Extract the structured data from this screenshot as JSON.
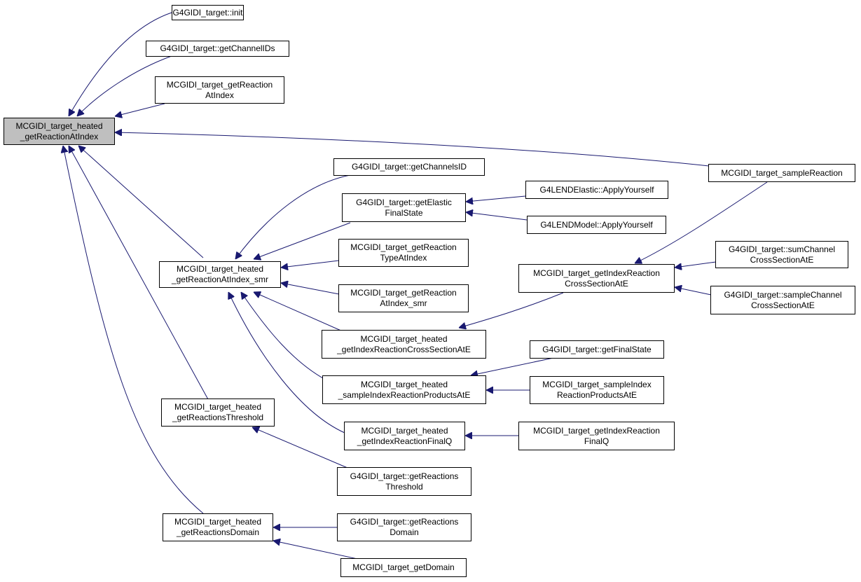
{
  "colors": {
    "edge": "#191970",
    "node_border": "#000000",
    "node_fill": "#ffffff",
    "root_fill": "#bfbfbf"
  },
  "nodes": [
    {
      "id": "root",
      "lines": [
        "MCGIDI_target_heated",
        "_getReactionAtIndex"
      ],
      "root": true
    },
    {
      "id": "init",
      "lines": [
        "G4GIDI_target::init"
      ]
    },
    {
      "id": "getChannelIDs",
      "lines": [
        "G4GIDI_target::getChannelIDs"
      ]
    },
    {
      "id": "getReactionAtIndex",
      "lines": [
        "MCGIDI_target_getReaction",
        "AtIndex"
      ]
    },
    {
      "id": "sampleReaction",
      "lines": [
        "MCGIDI_target_sampleReaction"
      ]
    },
    {
      "id": "smr",
      "lines": [
        "MCGIDI_target_heated",
        "_getReactionAtIndex_smr"
      ]
    },
    {
      "id": "getChannelsID",
      "lines": [
        "G4GIDI_target::getChannelsID"
      ]
    },
    {
      "id": "getElasticFinalState",
      "lines": [
        "G4GIDI_target::getElastic",
        "FinalState"
      ]
    },
    {
      "id": "lendElastic",
      "lines": [
        "G4LENDElastic::ApplyYourself"
      ]
    },
    {
      "id": "lendModel",
      "lines": [
        "G4LENDModel::ApplyYourself"
      ]
    },
    {
      "id": "typeAtIndex",
      "lines": [
        "MCGIDI_target_getReaction",
        "TypeAtIndex"
      ]
    },
    {
      "id": "atIndexSmr",
      "lines": [
        "MCGIDI_target_getReaction",
        "AtIndex_smr"
      ]
    },
    {
      "id": "getIndexRxnCS",
      "lines": [
        "MCGIDI_target_getIndexReaction",
        "CrossSectionAtE"
      ]
    },
    {
      "id": "sumChannelCS",
      "lines": [
        "G4GIDI_target::sumChannel",
        "CrossSectionAtE"
      ]
    },
    {
      "id": "sampleChannelCS",
      "lines": [
        "G4GIDI_target::sampleChannel",
        "CrossSectionAtE"
      ]
    },
    {
      "id": "heatedIndexRxnCS",
      "lines": [
        "MCGIDI_target_heated",
        "_getIndexReactionCrossSectionAtE"
      ]
    },
    {
      "id": "getFinalState",
      "lines": [
        "G4GIDI_target::getFinalState"
      ]
    },
    {
      "id": "heatedSampleIndex",
      "lines": [
        "MCGIDI_target_heated",
        "_sampleIndexReactionProductsAtE"
      ]
    },
    {
      "id": "sampleIndexRxnProducts",
      "lines": [
        "MCGIDI_target_sampleIndex",
        "ReactionProductsAtE"
      ]
    },
    {
      "id": "heatedFinalQ",
      "lines": [
        "MCGIDI_target_heated",
        "_getIndexReactionFinalQ"
      ]
    },
    {
      "id": "getIndexRxnFinalQ",
      "lines": [
        "MCGIDI_target_getIndexReaction",
        "FinalQ"
      ]
    },
    {
      "id": "heatedThreshold",
      "lines": [
        "MCGIDI_target_heated",
        "_getReactionsThreshold"
      ]
    },
    {
      "id": "getReactionsThreshold",
      "lines": [
        "G4GIDI_target::getReactions",
        "Threshold"
      ]
    },
    {
      "id": "heatedDomain",
      "lines": [
        "MCGIDI_target_heated",
        "_getReactionsDomain"
      ]
    },
    {
      "id": "getReactionsDomain",
      "lines": [
        "G4GIDI_target::getReactions",
        "Domain"
      ]
    },
    {
      "id": "getDomain",
      "lines": [
        "MCGIDI_target_getDomain"
      ]
    }
  ]
}
